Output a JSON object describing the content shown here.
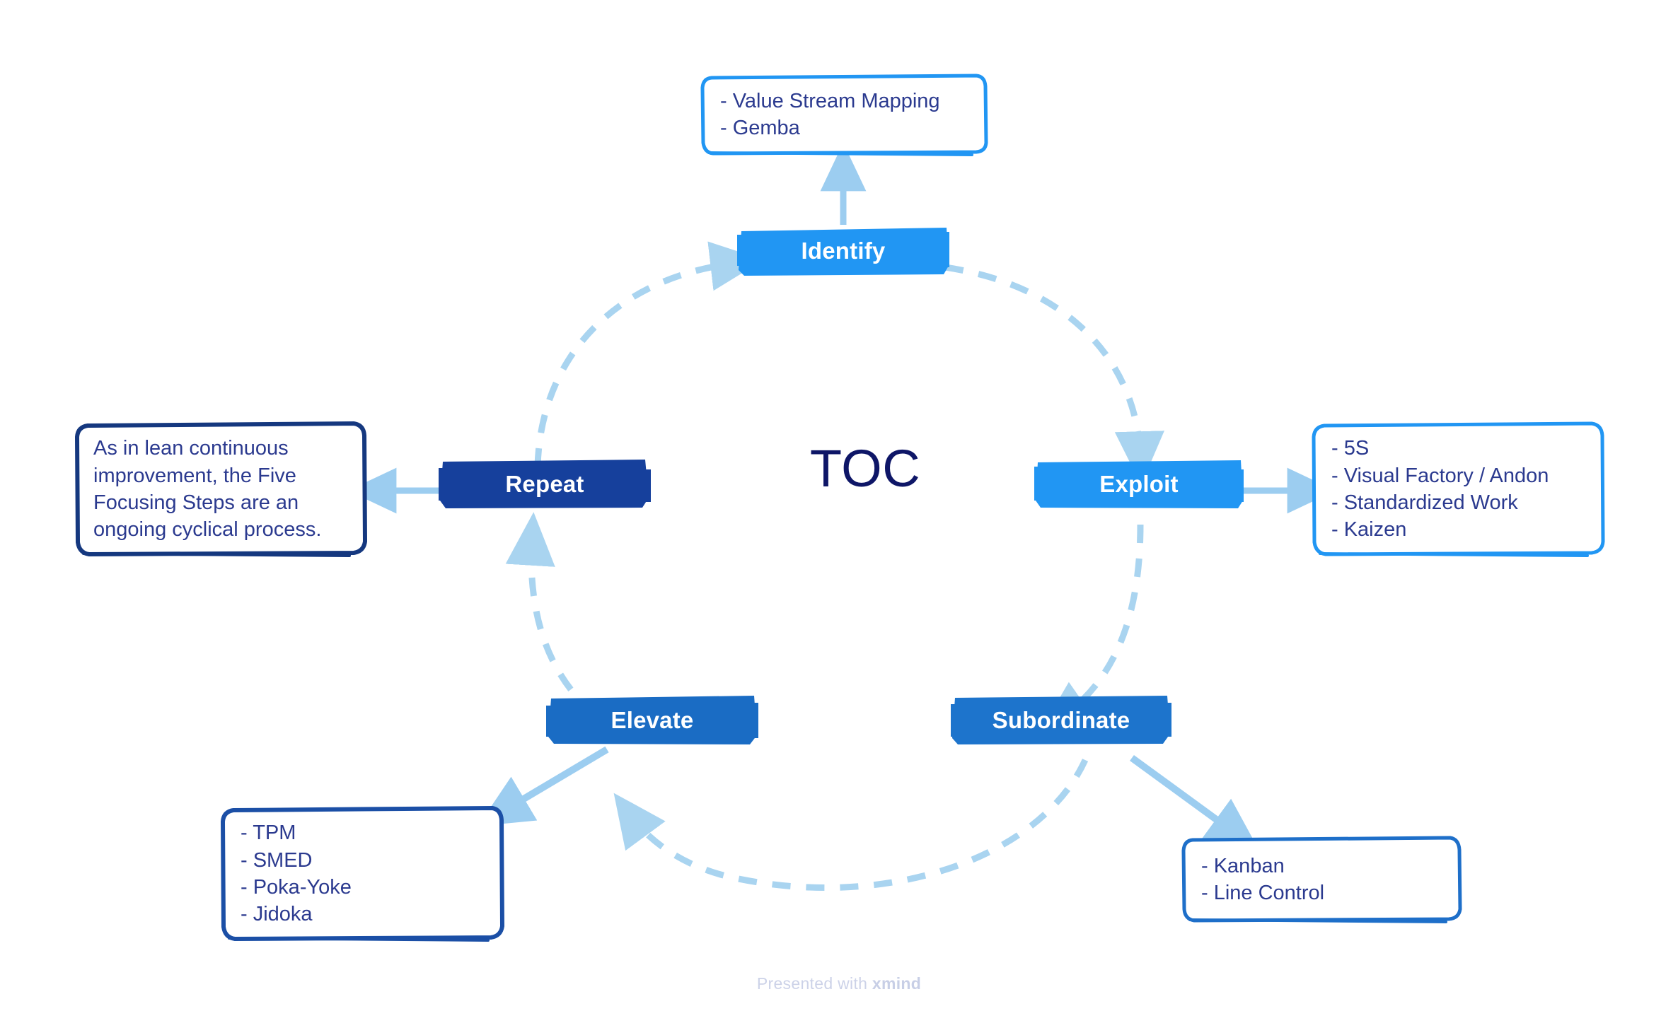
{
  "diagram": {
    "center_label": "TOC",
    "title_color": "#0e1667",
    "background": "#ffffff",
    "arc_color": "#a9d4f0",
    "connector_color": "#9ccdf0"
  },
  "nodes": [
    {
      "id": "identify",
      "label": "Identify",
      "color": "#2196f3"
    },
    {
      "id": "exploit",
      "label": "Exploit",
      "color": "#2196f3"
    },
    {
      "id": "subordinate",
      "label": "Subordinate",
      "color": "#1d74cc"
    },
    {
      "id": "elevate",
      "label": "Elevate",
      "color": "#1a6cc4"
    },
    {
      "id": "repeat",
      "label": "Repeat",
      "color": "#16409c"
    }
  ],
  "callouts": {
    "identify": {
      "border_color": "#2196f3",
      "lines": [
        "- Value Stream Mapping",
        "- Gemba"
      ]
    },
    "exploit": {
      "border_color": "#2196f3",
      "lines": [
        "- 5S",
        "- Visual Factory / Andon",
        "- Standardized Work",
        "- Kaizen"
      ]
    },
    "subordinate": {
      "border_color": "#1e6fc9",
      "lines": [
        "- Kanban",
        "- Line Control"
      ]
    },
    "elevate": {
      "border_color": "#1b4fa6",
      "lines": [
        "- TPM",
        "- SMED",
        "- Poka-Yoke",
        "- Jidoka"
      ]
    },
    "repeat": {
      "border_color": "#15387f",
      "lines": [
        "As in lean continuous improvement, the Five Focusing Steps are an ongoing cyclical process."
      ]
    }
  },
  "footer": {
    "prefix": "Presented with ",
    "brand": "xmind"
  }
}
